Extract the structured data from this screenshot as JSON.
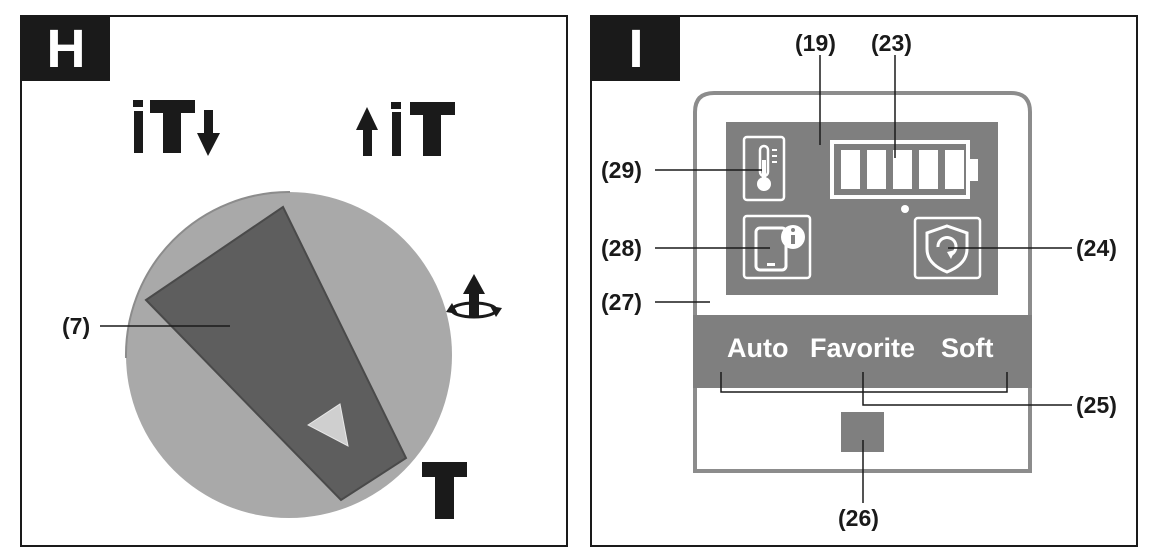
{
  "panel_h": {
    "tag": "H",
    "callouts": {
      "selector": "(7)"
    },
    "icons": {
      "top_left": "hammer-drill-down-icon",
      "top_right": "hammer-drill-up-icon",
      "right": "rotation-arrow-icon",
      "bottom_right": "hammer-icon"
    }
  },
  "panel_i": {
    "tag": "I",
    "callouts": {
      "display": "(19)",
      "battery": "(23)",
      "thermometer": "(29)",
      "phone_info": "(28)",
      "protection": "(24)",
      "panel": "(27)",
      "buttons": "(25)",
      "select_button": "(26)"
    },
    "mode_buttons": [
      "Auto",
      "Favorite",
      "Soft"
    ],
    "battery_bars": 5,
    "icons": {
      "thermometer": "thermometer-icon",
      "phone_info": "phone-info-icon",
      "protection": "shield-arrow-icon",
      "battery": "battery-icon"
    }
  }
}
